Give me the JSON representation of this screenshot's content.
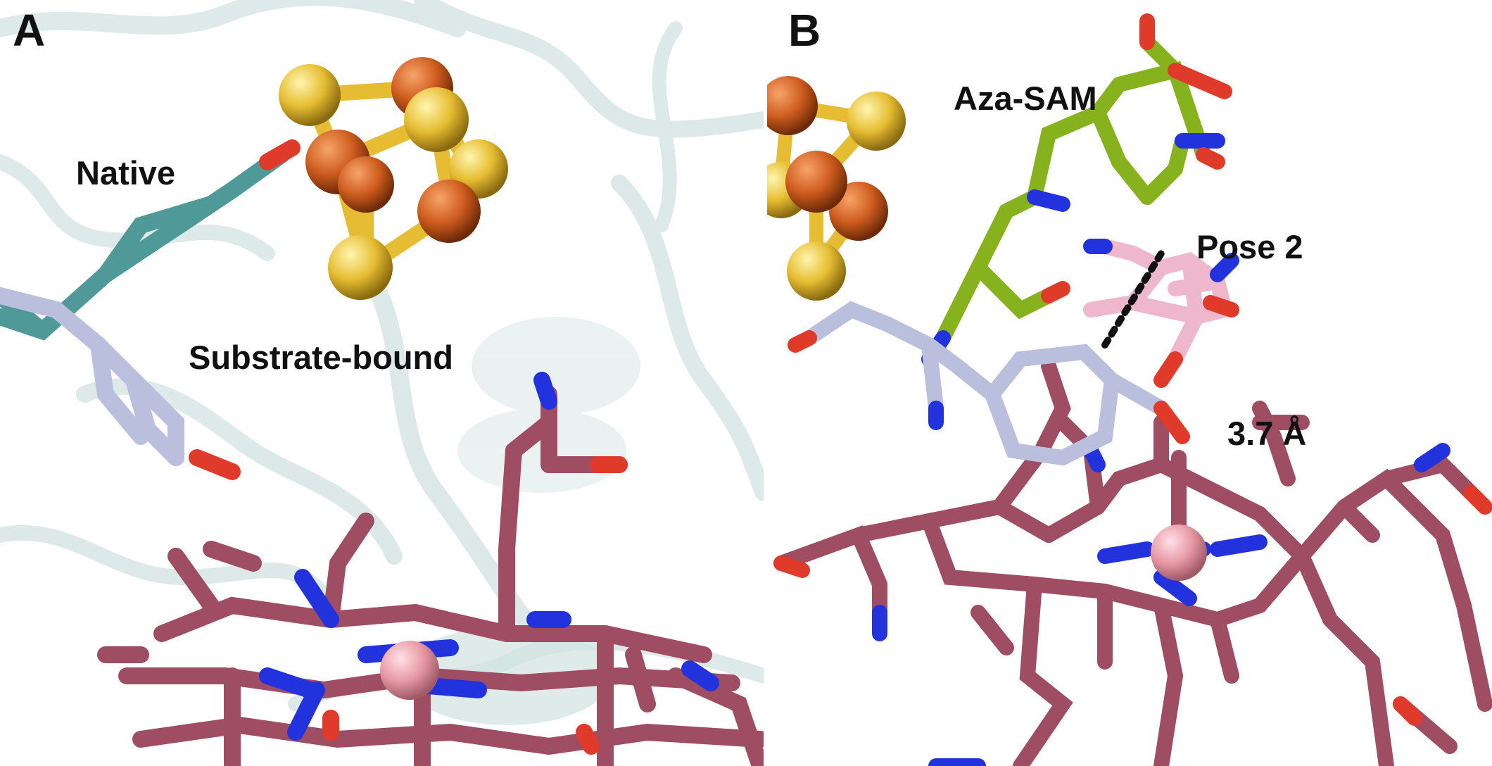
{
  "panels": [
    {
      "letter": "A",
      "labels": {
        "native": "Native",
        "substrate": "Substrate-bound"
      }
    },
    {
      "letter": "B",
      "labels": {
        "aza_sam": "Aza-SAM",
        "pose": "Pose 2",
        "distance": "3.7 Å"
      }
    }
  ],
  "colors": {
    "heme": "#9e4d63",
    "nitrogen": "#2233dd",
    "oxygen": "#e03a2a",
    "iron_center": "#e79aa6",
    "sulfur": "#e6bd32",
    "iron_cluster": "#cf5d1f",
    "native": "#4f9a99",
    "substrate": "#b9bfdc",
    "aza_sam": "#86b21e",
    "pose2": "#efb7cc",
    "protein_ribbon": "#d8e6e6"
  }
}
